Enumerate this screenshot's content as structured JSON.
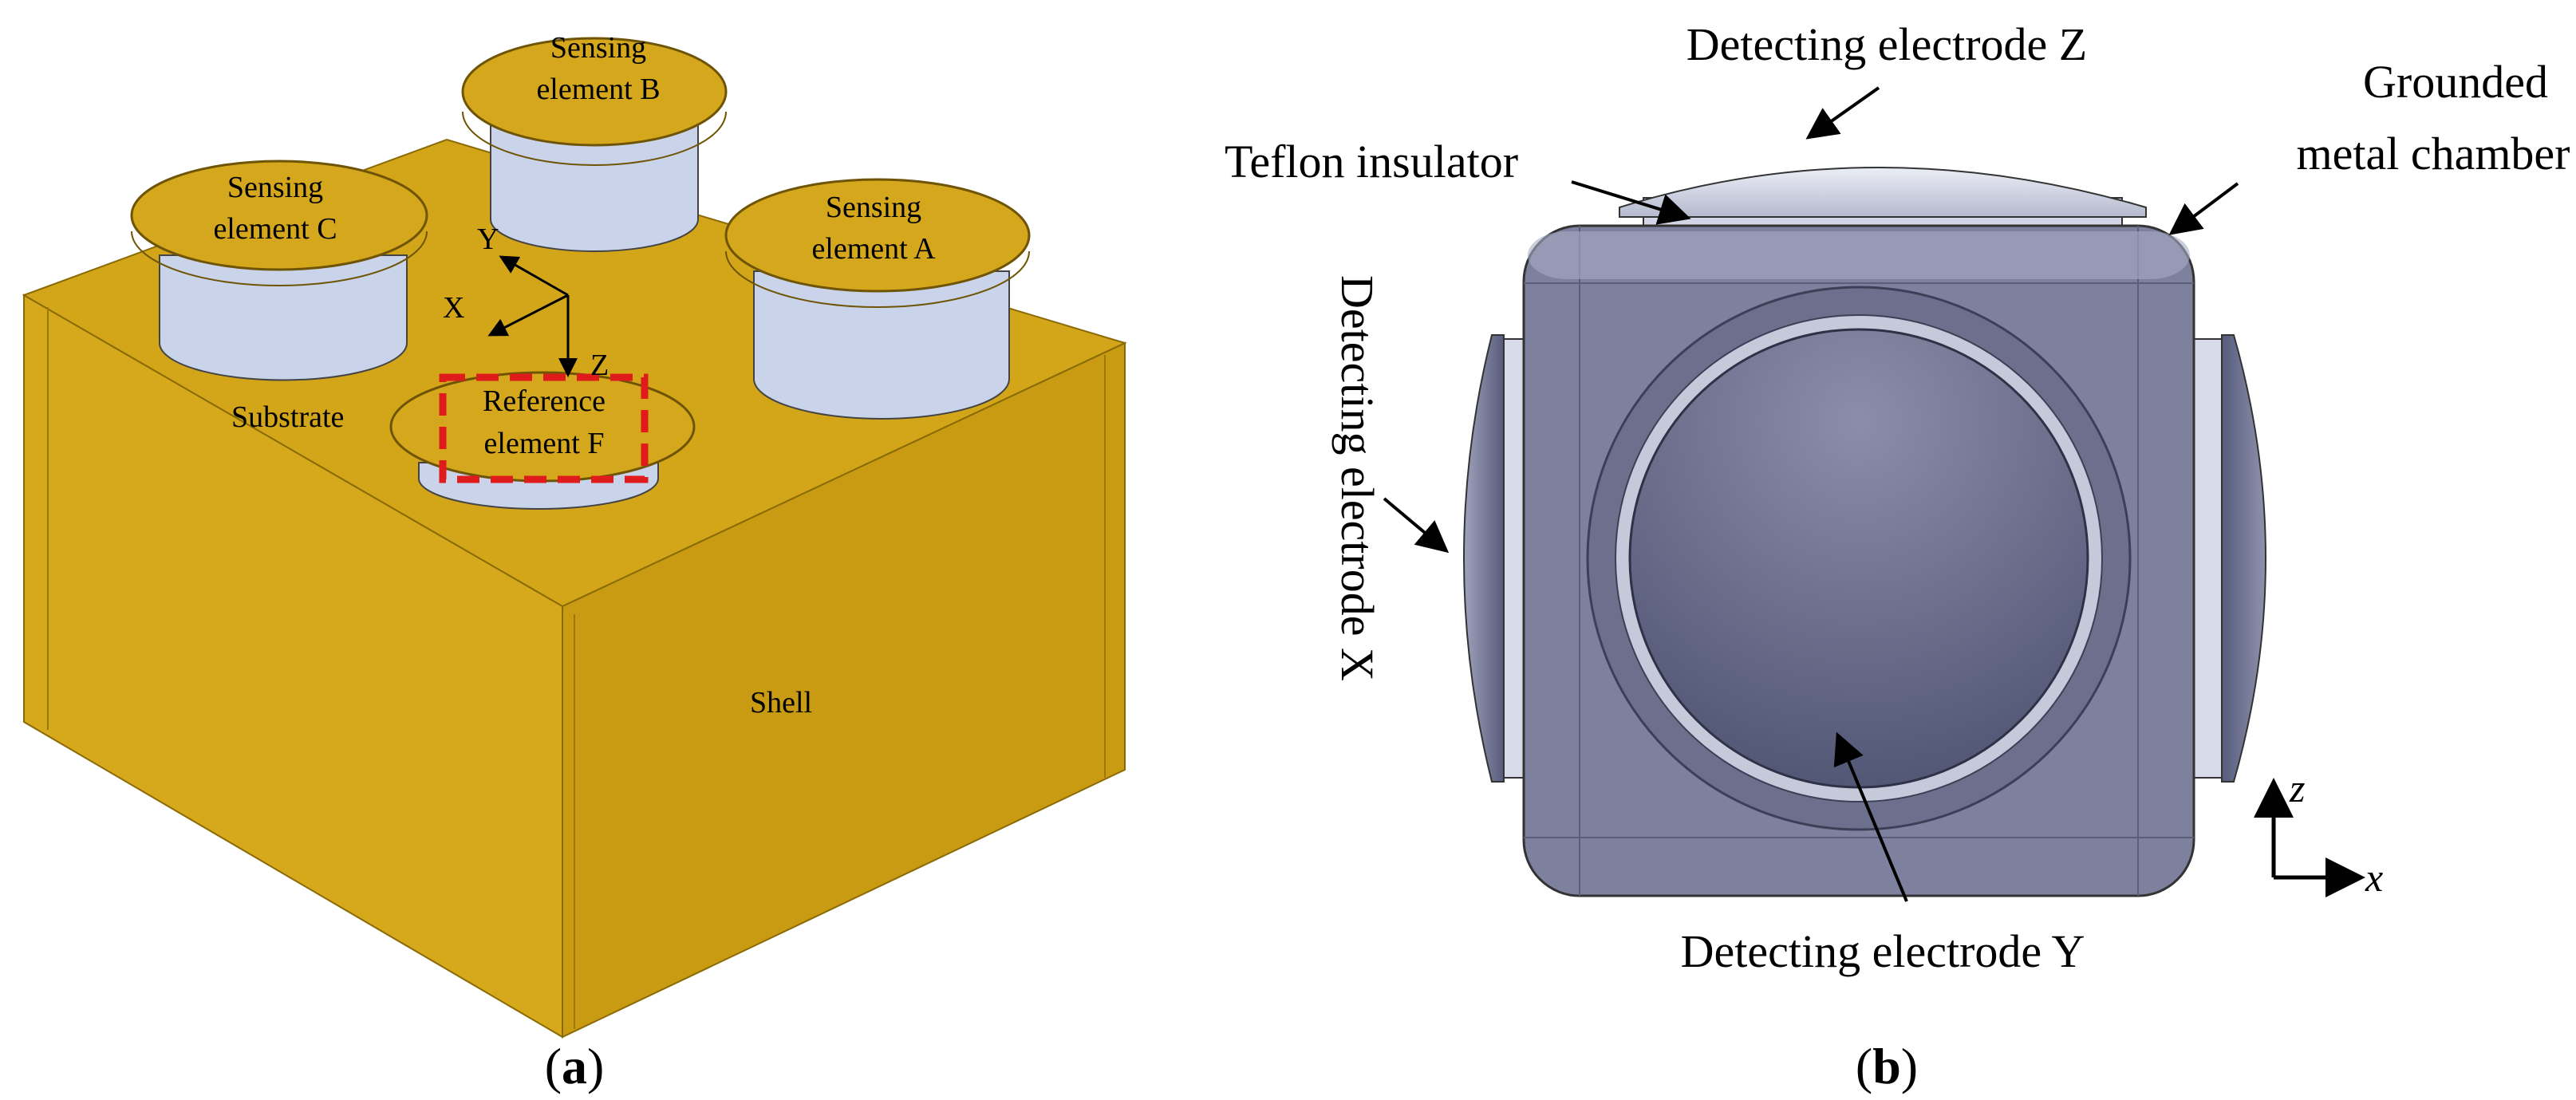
{
  "panel_a": {
    "caption_open": "(",
    "caption_letter": "a",
    "caption_close": ")",
    "sensing_b_line1": "Sensing",
    "sensing_b_line2": "element B",
    "sensing_c_line1": "Sensing",
    "sensing_c_line2": "element C",
    "sensing_a_line1": "Sensing",
    "sensing_a_line2": "element A",
    "reference_line1": "Reference",
    "reference_line2": "element F",
    "substrate": "Substrate",
    "shell": "Shell",
    "axis_x": "X",
    "axis_y": "Y",
    "axis_z": "Z",
    "colors": {
      "body": "#d2a519",
      "body_dark": "#b98d10",
      "cylinder": "#c9d3ea",
      "highlight": "#e01b1b"
    }
  },
  "panel_b": {
    "caption_open": "(",
    "caption_letter": "b",
    "caption_close": ")",
    "electrode_z": "Detecting electrode Z",
    "teflon": "Teflon insulator",
    "chamber_line1": "Grounded",
    "chamber_line2": "metal chamber",
    "electrode_x": "Detecting electrode X",
    "electrode_y": "Detecting electrode Y",
    "axis_z": "z",
    "axis_x": "x",
    "colors": {
      "chamber": "#7c809b",
      "electrode": "#5f6483",
      "light": "#d9dcea"
    }
  }
}
